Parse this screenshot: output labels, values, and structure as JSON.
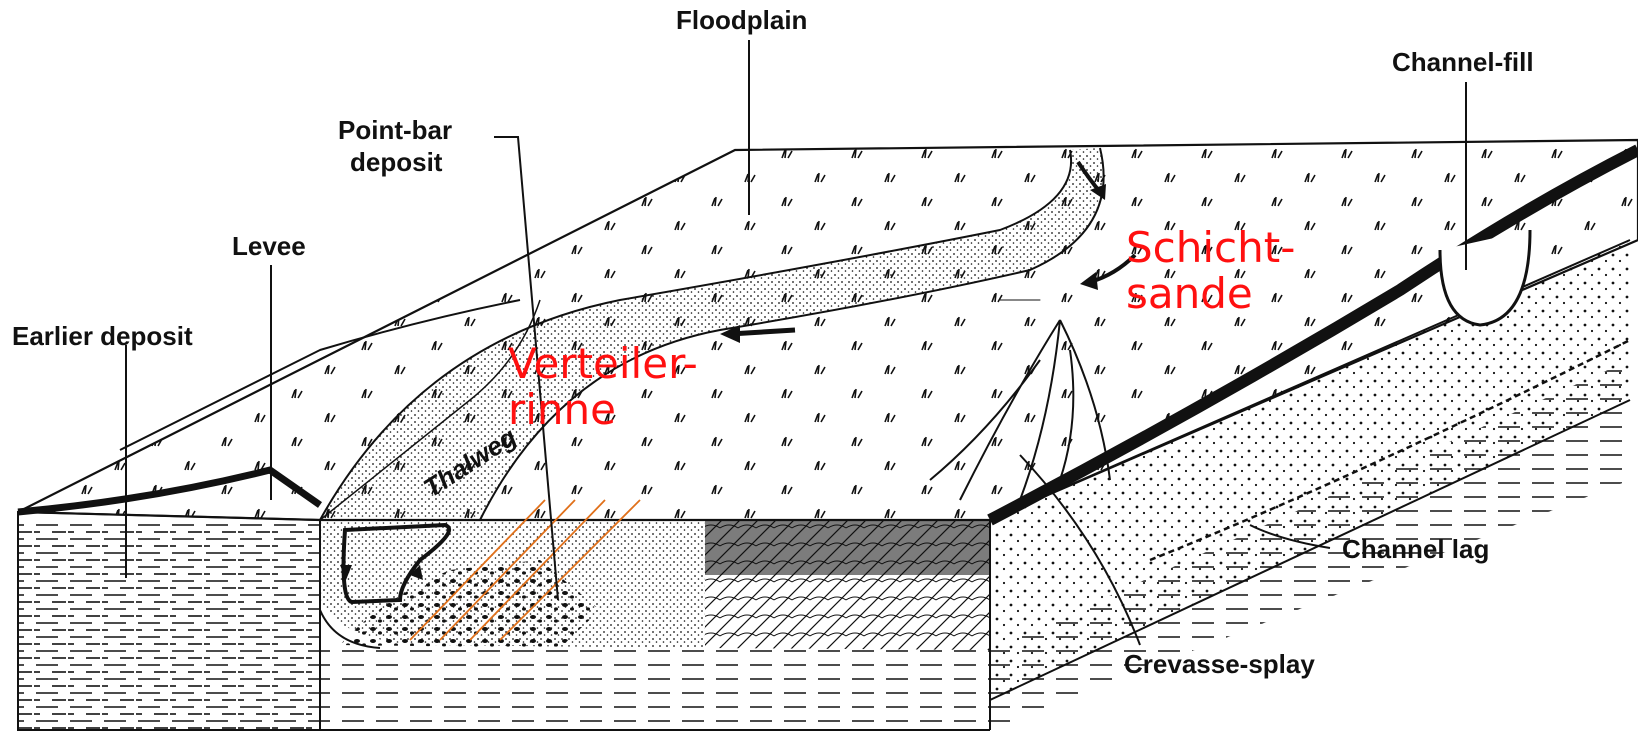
{
  "diagram": {
    "labels": {
      "floodplain": "Floodplain",
      "channel_fill": "Channel-fill",
      "point_bar_line1": "Point-bar",
      "point_bar_line2": "deposit",
      "levee": "Levee",
      "earlier_deposit": "Earlier deposit",
      "thalweg": "Thalweg",
      "channel_lag": "Channel lag",
      "crevasse_splay": "Crevasse-splay"
    },
    "annotations": {
      "verteiler_line1": "Verteiler-",
      "verteiler_line2": "rinne",
      "schicht_line1": "Schicht-",
      "schicht_line2": "sande"
    },
    "colors": {
      "ink": "#111111",
      "annotation_red": "#ff1010",
      "hatch_orange": "#e0701a"
    }
  }
}
